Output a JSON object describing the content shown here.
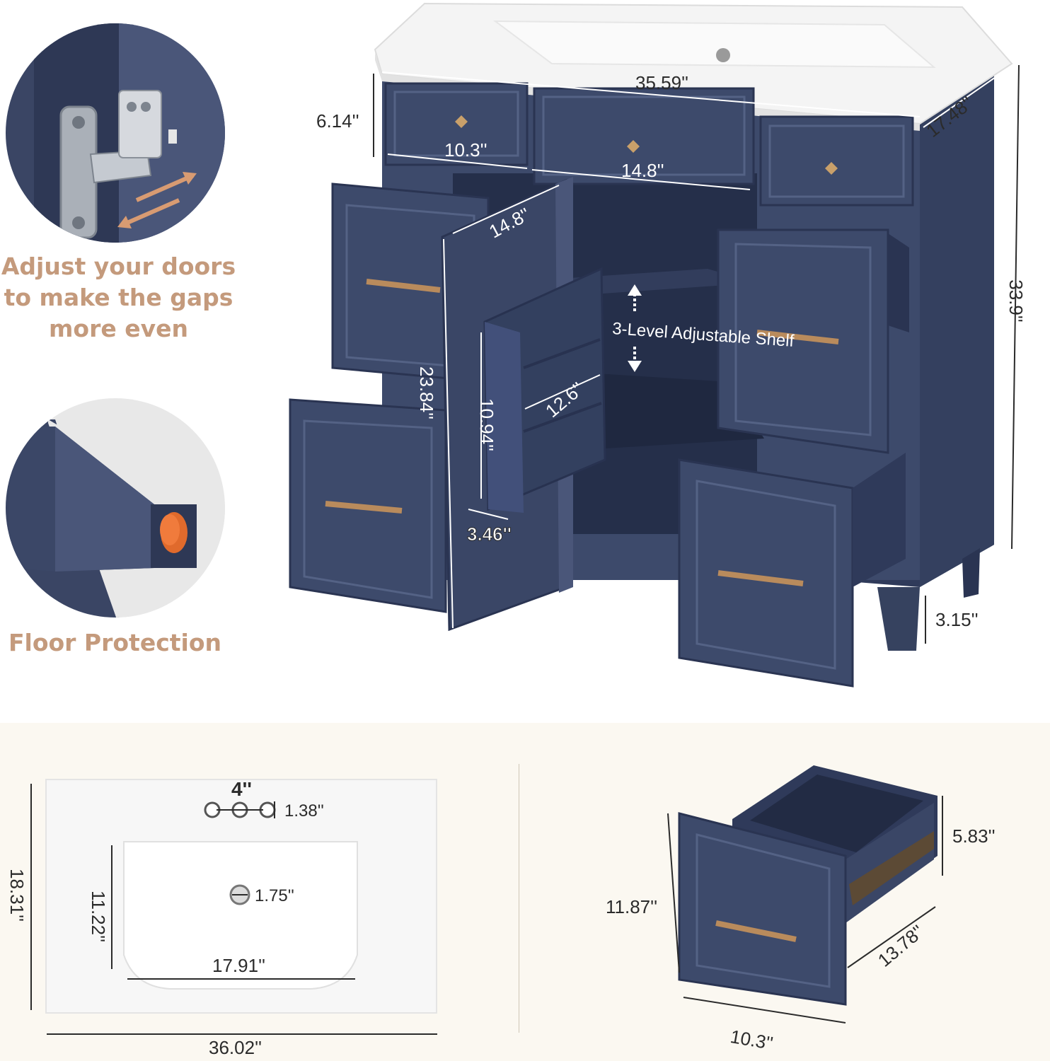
{
  "colors": {
    "cabinet_navy": "#3d4a6b",
    "cabinet_shadow": "#2c3654",
    "hardware_gold": "#b98b5c",
    "caption_tan": "#c49a7c",
    "bottom_panel_bg": "#fbf8f1",
    "ceramic_white": "#f7f7f7",
    "floor_pad_orange": "#e06a2c"
  },
  "features": {
    "hinge": {
      "icon": "hinge-adjust-icon",
      "caption_lines": [
        "Adjust your doors",
        "to make the gaps",
        "more even"
      ]
    },
    "floor_protection": {
      "icon": "floor-pad-icon",
      "caption": "Floor Protection"
    }
  },
  "vanity": {
    "top_width": "35.59''",
    "depth": "17.48''",
    "height": "33.9''",
    "drawer_front_height": "6.14''",
    "small_drawer_width": "10.3''",
    "center_drawer_width": "14.8''",
    "door_width": "14.8''",
    "door_height": "23.84''",
    "door_shelf_height": "10.94''",
    "door_shelf_width": "12.6''",
    "door_shelf_depth": "3.46''",
    "shelf_label": "3-Level Adjustable Shelf",
    "leg_height": "3.15''"
  },
  "sink": {
    "faucet_hole_spread": "4''",
    "faucet_hole_diameter": "1.38''",
    "drain_diameter": "1.75''",
    "basin_depth": "11.22''",
    "basin_width": "17.91''",
    "top_depth": "18.31''",
    "top_width": "36.02''"
  },
  "drawer": {
    "height": "11.87''",
    "inner_height": "5.83''",
    "depth": "13.78''",
    "width": "10.3''"
  }
}
